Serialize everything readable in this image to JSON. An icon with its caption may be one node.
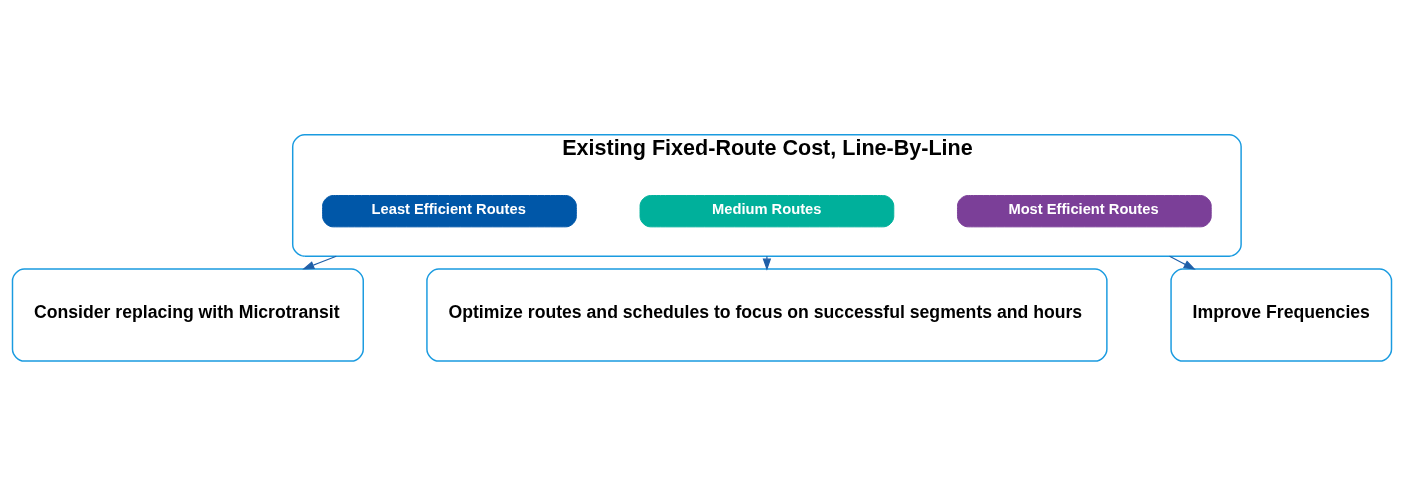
{
  "diagram": {
    "nodes": [
      {
        "text": [
          "Existing Fixed-Route Cost, Line-By-Line"
        ]
      },
      {
        "text": [
          "Least Efficient Routes"
        ],
        "in": 0
      },
      {
        "text": [
          "Medium Routes"
        ],
        "in": 0
      },
      {
        "text": [
          "Most Efficient Routes"
        ],
        "in": 0
      },
      {
        "text": [
          "Consider replacing with Microtransit"
        ]
      },
      {
        "text": [
          "Optimize routes and schedules to focus on successful segments and hours"
        ]
      },
      {
        "text": [
          "Improve Frequencies"
        ]
      }
    ],
    "edges": [
      {
        "from": 0,
        "to": 4,
        "arrow": "to"
      },
      {
        "from": 0,
        "to": 5,
        "arrow": "to"
      },
      {
        "from": 0,
        "to": 6,
        "arrow": "to"
      }
    ]
  }
}
